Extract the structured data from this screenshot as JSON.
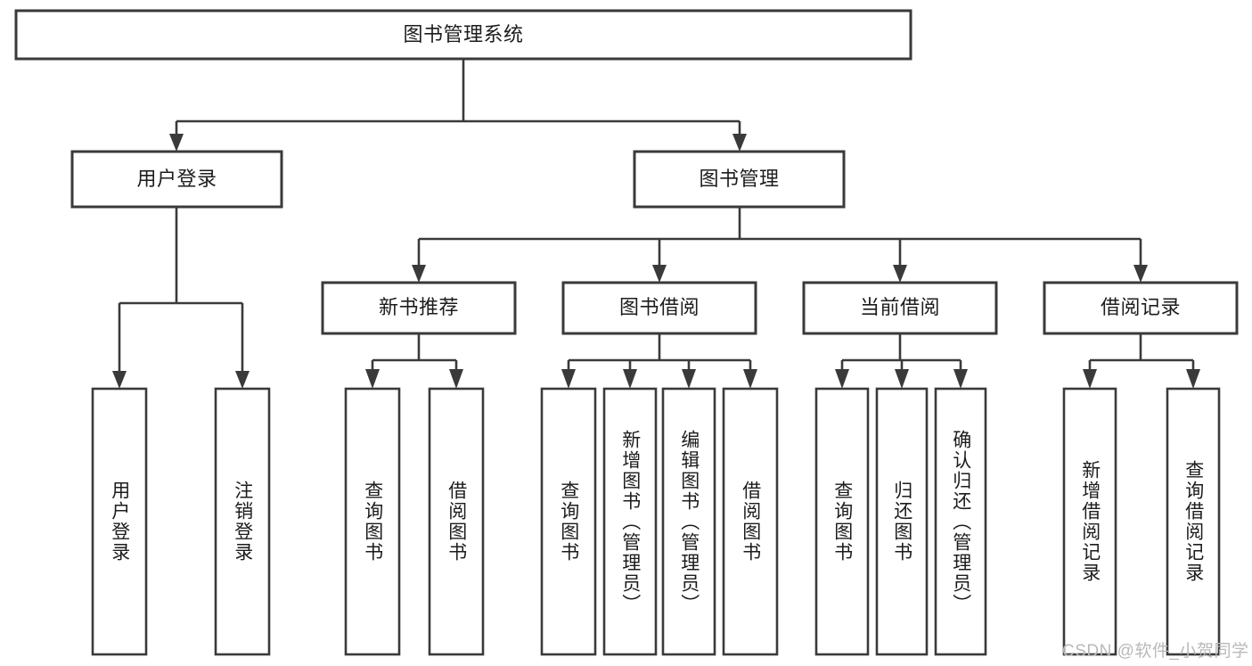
{
  "diagram": {
    "type": "tree",
    "title": "图书管理系统",
    "root": {
      "id": "root",
      "label": "图书管理系统",
      "orientation": "horizontal"
    },
    "level2": [
      {
        "id": "user-login",
        "label": "用户登录",
        "orientation": "horizontal"
      },
      {
        "id": "book-management",
        "label": "图书管理",
        "orientation": "horizontal"
      }
    ],
    "level3": [
      {
        "id": "new-book-recommend",
        "label": "新书推荐",
        "orientation": "horizontal",
        "parent": "book-management"
      },
      {
        "id": "book-borrow",
        "label": "图书借阅",
        "orientation": "horizontal",
        "parent": "book-management"
      },
      {
        "id": "current-borrow",
        "label": "当前借阅",
        "orientation": "horizontal",
        "parent": "book-management"
      },
      {
        "id": "borrow-record",
        "label": "借阅记录",
        "orientation": "horizontal",
        "parent": "book-management"
      }
    ],
    "leaves": [
      {
        "id": "leaf-user-login",
        "label": "用户登录",
        "orientation": "vertical",
        "parent": "user-login"
      },
      {
        "id": "leaf-logout",
        "label": "注销登录",
        "orientation": "vertical",
        "parent": "user-login"
      },
      {
        "id": "leaf-query-book-1",
        "label": "查询图书",
        "orientation": "vertical",
        "parent": "new-book-recommend"
      },
      {
        "id": "leaf-borrow-book-1",
        "label": "借阅图书",
        "orientation": "vertical",
        "parent": "new-book-recommend"
      },
      {
        "id": "leaf-query-book-2",
        "label": "查询图书",
        "orientation": "vertical",
        "parent": "book-borrow"
      },
      {
        "id": "leaf-add-book",
        "label": "新增图书（管理员）",
        "orientation": "vertical",
        "parent": "book-borrow"
      },
      {
        "id": "leaf-edit-book",
        "label": "编辑图书（管理员）",
        "orientation": "vertical",
        "parent": "book-borrow"
      },
      {
        "id": "leaf-borrow-book-2",
        "label": "借阅图书",
        "orientation": "vertical",
        "parent": "book-borrow"
      },
      {
        "id": "leaf-query-book-3",
        "label": "查询图书",
        "orientation": "vertical",
        "parent": "current-borrow"
      },
      {
        "id": "leaf-return-book",
        "label": "归还图书",
        "orientation": "vertical",
        "parent": "current-borrow"
      },
      {
        "id": "leaf-confirm-return",
        "label": "确认归还（管理员）",
        "orientation": "vertical",
        "parent": "current-borrow"
      },
      {
        "id": "leaf-add-record",
        "label": "新增借阅记录",
        "orientation": "vertical",
        "parent": "borrow-record"
      },
      {
        "id": "leaf-query-record",
        "label": "查询借阅记录",
        "orientation": "vertical",
        "parent": "borrow-record"
      }
    ],
    "colors": {
      "stroke": "#3a3a3a",
      "fill": "#ffffff",
      "text": "#1c1c1c",
      "watermark": "#b9b9b9"
    }
  },
  "watermark": {
    "text": "CSDN @软件_小贺同学"
  }
}
